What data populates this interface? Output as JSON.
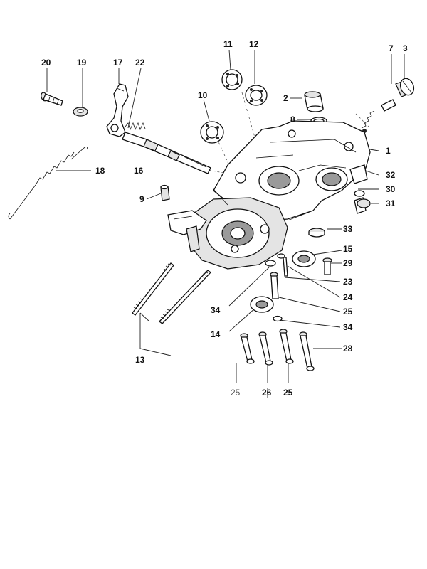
{
  "labels": {
    "l1": "1",
    "l2": "2",
    "l3": "3",
    "l7": "7",
    "l8": "8",
    "l9": "9",
    "l10": "10",
    "l11": "11",
    "l12": "12",
    "l13": "13",
    "l14": "14",
    "l15": "15",
    "l16": "16",
    "l17": "17",
    "l18": "18",
    "l19": "19",
    "l20": "20",
    "l22": "22",
    "l23": "23",
    "l24": "24",
    "l25a": "25",
    "l25b": "25",
    "l25c": "25",
    "l26": "26",
    "l28": "28",
    "l29": "29",
    "l30": "30",
    "l31": "31",
    "l32": "32",
    "l33": "33",
    "l34a": "34",
    "l34b": "34"
  }
}
